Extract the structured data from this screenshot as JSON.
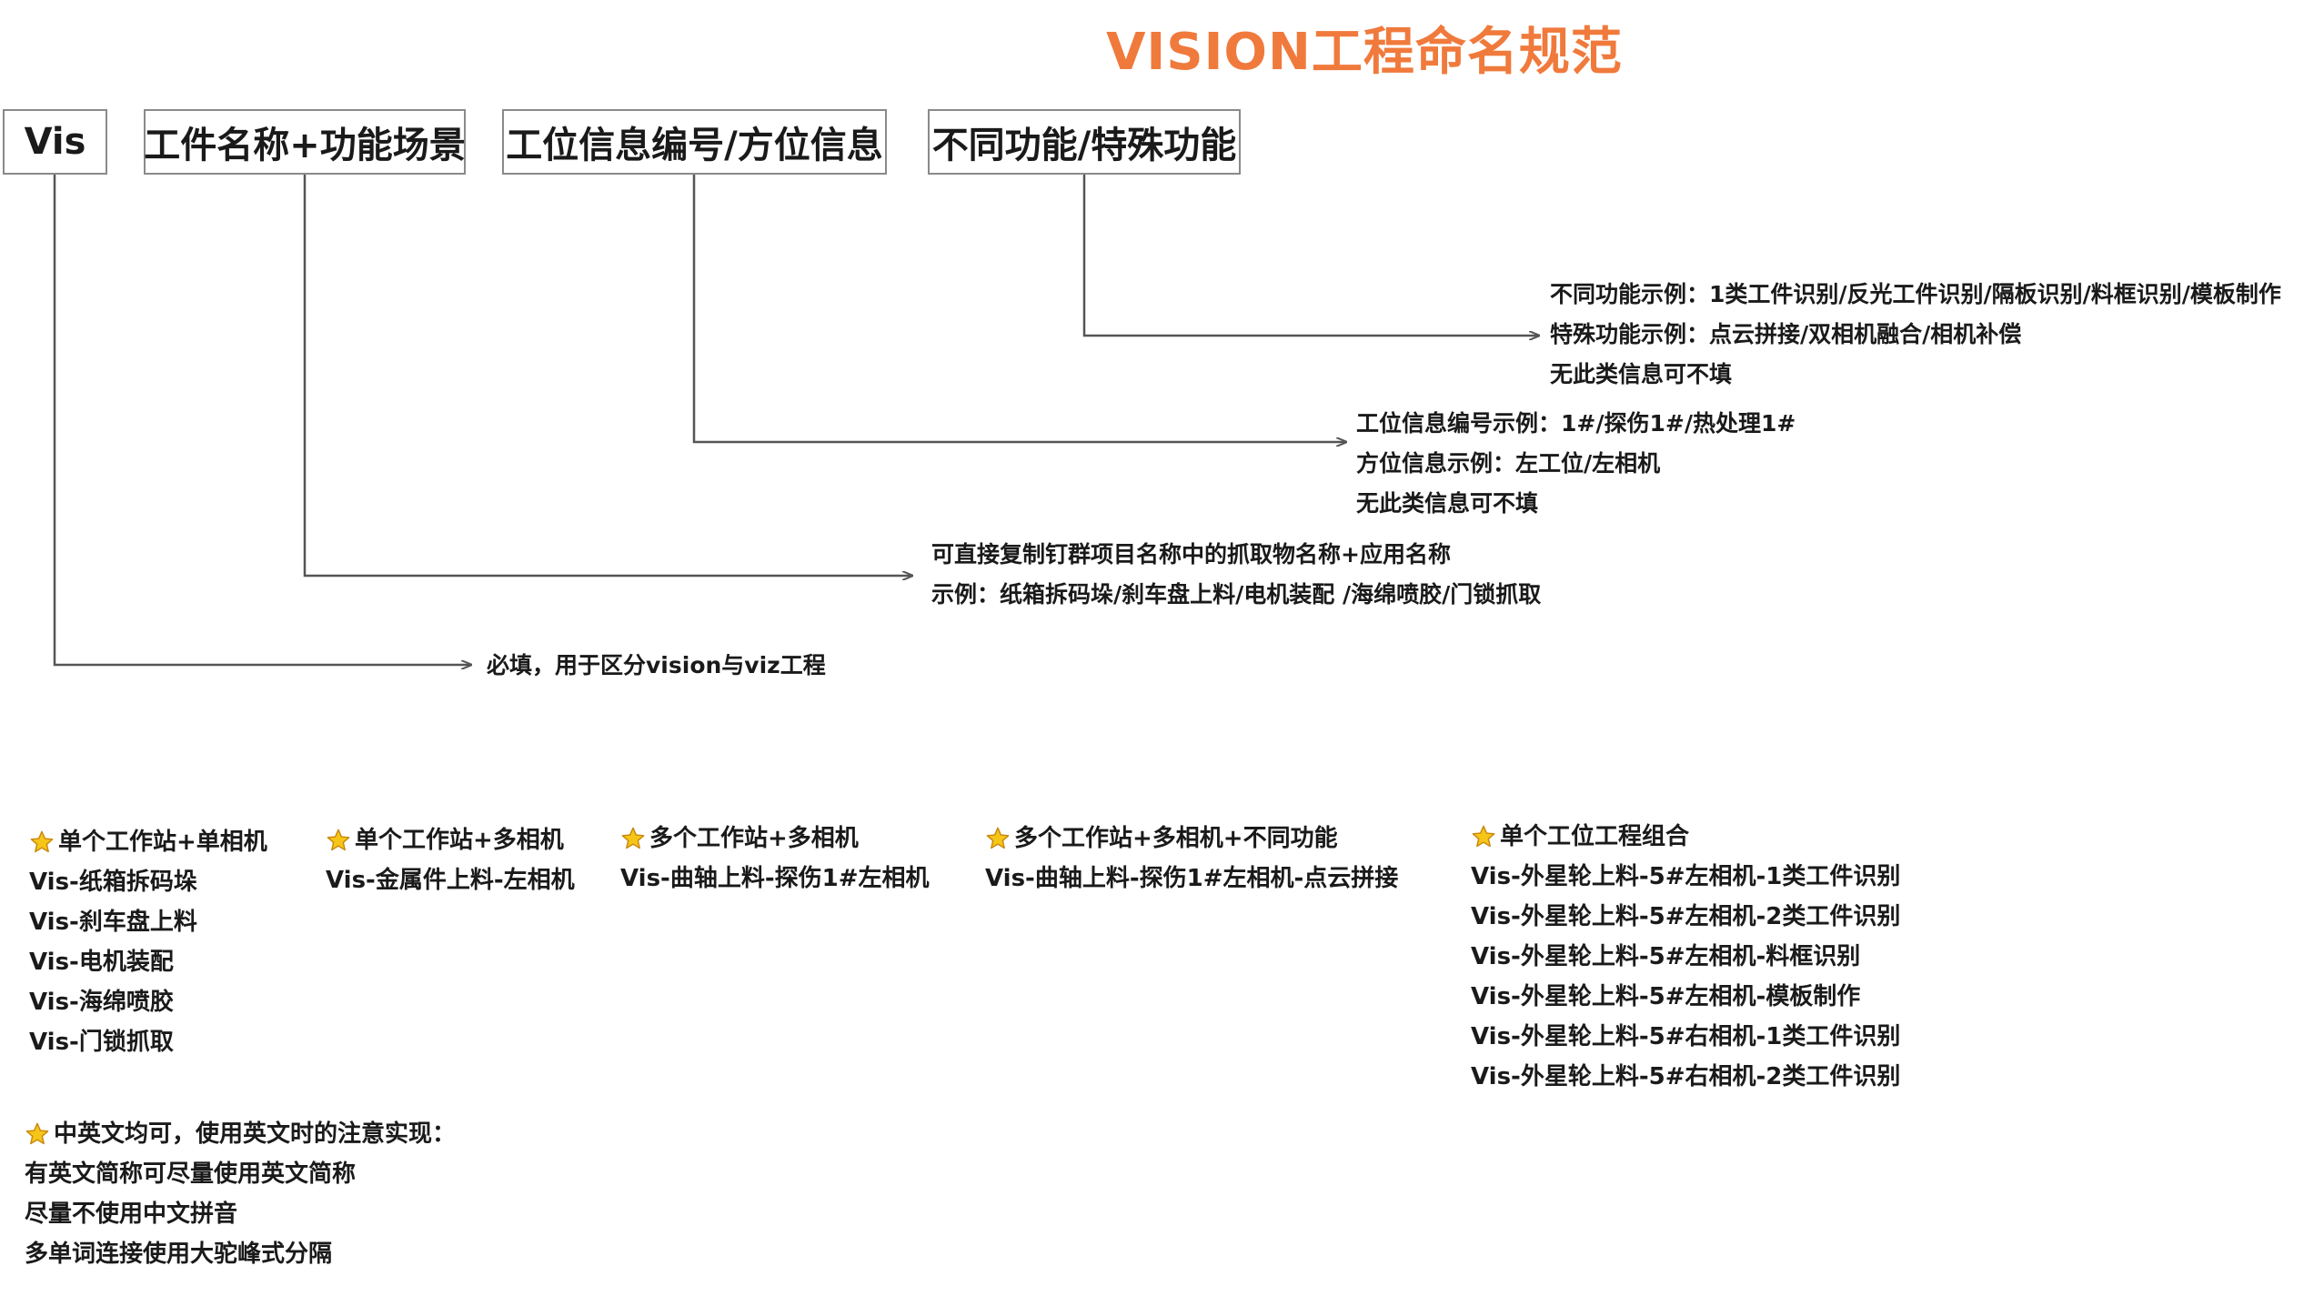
{
  "title": "VISION工程命名规范",
  "segments": [
    {
      "label": "Vis"
    },
    {
      "label": "工件名称+功能场景"
    },
    {
      "label": "工位信息编号/方位信息"
    },
    {
      "label": "不同功能/特殊功能"
    }
  ],
  "descriptions": [
    {
      "lines": [
        "必填，用于区分vision与viz工程"
      ]
    },
    {
      "lines": [
        "可直接复制钉群项目名称中的抓取物名称+应用名称",
        "示例：纸箱拆码垛/刹车盘上料/电机装配 /海绵喷胶/门锁抓取"
      ]
    },
    {
      "lines": [
        "工位信息编号示例：1#/探伤1#/热处理1#",
        "方位信息示例：左工位/左相机",
        "无此类信息可不填"
      ]
    },
    {
      "lines": [
        "不同功能示例：1类工件识别/反光工件识别/隔板识别/料框识别/模板制作",
        "特殊功能示例：点云拼接/双相机融合/相机补偿",
        "无此类信息可不填"
      ]
    }
  ],
  "examples": [
    {
      "heading": "单个工作站+单相机",
      "items": [
        "Vis-纸箱拆码垛",
        "Vis-刹车盘上料",
        "Vis-电机装配",
        "Vis-海绵喷胶",
        "Vis-门锁抓取"
      ]
    },
    {
      "heading": "单个工作站+多相机",
      "items": [
        "Vis-金属件上料-左相机"
      ]
    },
    {
      "heading": "多个工作站+多相机",
      "items": [
        "Vis-曲轴上料-探伤1#左相机"
      ]
    },
    {
      "heading": "多个工作站+多相机+不同功能",
      "items": [
        "Vis-曲轴上料-探伤1#左相机-点云拼接"
      ]
    },
    {
      "heading": "单个工位工程组合",
      "items": [
        "Vis-外星轮上料-5#左相机-1类工件识别",
        "Vis-外星轮上料-5#左相机-2类工件识别",
        "Vis-外星轮上料-5#左相机-料框识别",
        "Vis-外星轮上料-5#左相机-模板制作",
        "Vis-外星轮上料-5#右相机-1类工件识别",
        "Vis-外星轮上料-5#右相机-2类工件识别"
      ]
    }
  ],
  "notes": {
    "heading": "中英文均可，使用英文时的注意实现：",
    "items": [
      "有英文简称可尽量使用英文简称",
      "尽量不使用中文拼音",
      "多单词连接使用大驼峰式分隔"
    ]
  },
  "colors": {
    "title": "#f07a3c",
    "box_border": "#8a8a8a",
    "connector": "#555555",
    "star_fill": "#f5c518",
    "star_stroke": "#c9860a"
  },
  "icons": {
    "example_marker": "star-icon"
  }
}
